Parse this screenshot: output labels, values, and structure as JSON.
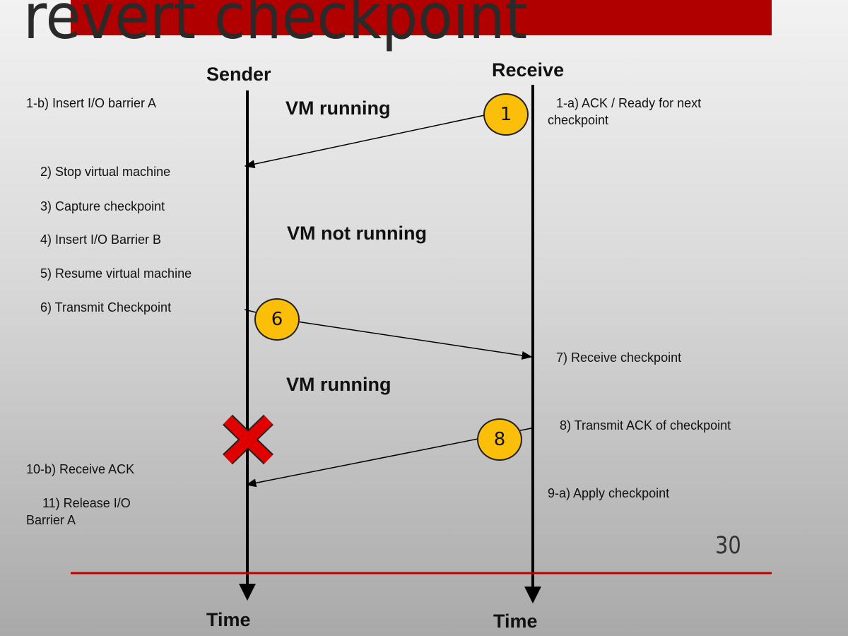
{
  "title": "revert checkpoint",
  "page_number": "30",
  "columns": {
    "sender": "Sender",
    "receiver": "Receive",
    "time_left": "Time",
    "time_right": "Time"
  },
  "phases": [
    "VM running",
    "VM not running",
    "VM running"
  ],
  "sender_steps": [
    "1-b) Insert I/O barrier A",
    "2) Stop virtual machine",
    "3) Capture checkpoint",
    "4) Insert I/O Barrier B",
    "5) Resume virtual machine",
    "6) Transmit Checkpoint",
    "10-b) Receive ACK",
    "11) Release I/O",
    "Barrier A"
  ],
  "receiver_steps": [
    "1-a) ACK / Ready for next",
    "checkpoint",
    "7) Receive checkpoint",
    "8) Transmit ACK of checkpoint",
    "9-a)  Apply checkpoint"
  ],
  "markers": [
    "1",
    "6",
    "8"
  ],
  "colors": {
    "accent": "#b00000",
    "marker": "#fbbf0a"
  }
}
